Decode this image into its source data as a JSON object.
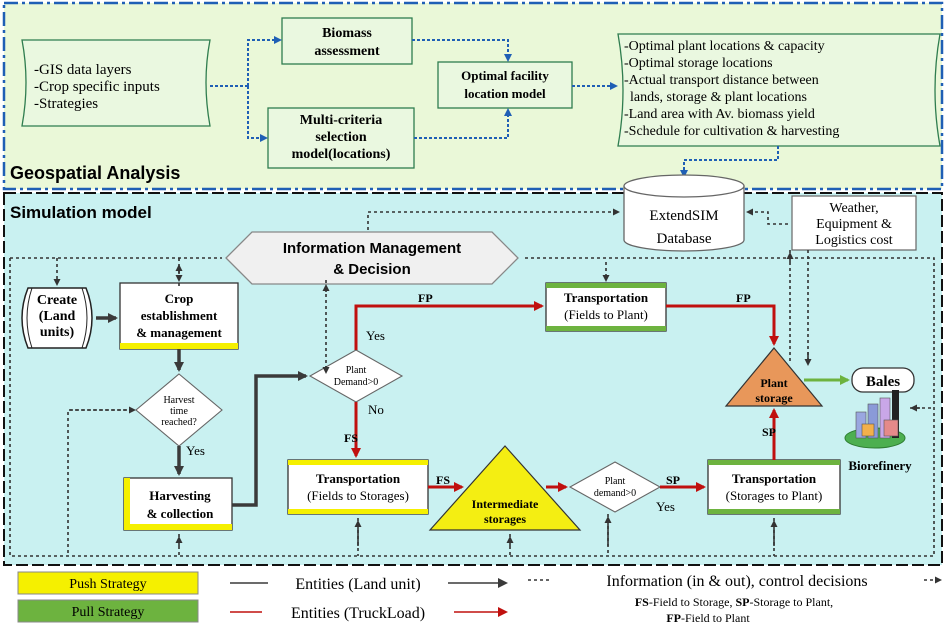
{
  "colors": {
    "geo_bg": "#eaf8d8",
    "sim_bg": "#c9f1f1",
    "box_fill": "#eaf8e0",
    "box_border": "#2f7d4f",
    "blue_dashed": "#1f5fb5",
    "black_flow": "#3a3a3a",
    "red_flow": "#c0100e",
    "push_yellow": "#f5f000",
    "pull_green": "#6db33f",
    "plant_storage": "#e8975a",
    "intermediate": "#f4ee12"
  },
  "geospatial": {
    "inputs": [
      "-GIS data layers",
      "-Crop specific inputs",
      "-Strategies"
    ],
    "biomass": [
      "Biomass",
      "assessment"
    ],
    "mcs": [
      "Multi-criteria",
      "selection",
      "model(locations)"
    ],
    "ofl": [
      "Optimal facility",
      "location model"
    ],
    "outputs": [
      "-Optimal plant locations & capacity",
      "-Optimal storage locations",
      "-Actual transport distance between",
      "lands, storage & plant locations",
      "-Land area with Av. biomass yield",
      "-Schedule for cultivation & harvesting"
    ],
    "label": "Geospatial Analysis"
  },
  "simulation": {
    "label": "Simulation model",
    "database": [
      "ExtendSIM",
      "Database"
    ],
    "weather": [
      "Weather,",
      "Equipment &",
      "Logistics cost"
    ],
    "info_mgmt": [
      "Information Management",
      "& Decision"
    ],
    "create": [
      "Create",
      "(Land",
      "units)"
    ],
    "crop": [
      "Crop",
      "establishment",
      "& management"
    ],
    "harvest_q": [
      "Harvest",
      "time",
      "reached?"
    ],
    "harvest_yes": "Yes",
    "harvesting": [
      "Harvesting",
      "& collection"
    ],
    "plant_demand": [
      "Plant",
      "Demand>0"
    ],
    "pd_yes": "Yes",
    "pd_no": "No",
    "fp1": "FP",
    "fp2": "FP",
    "fs1": "FS",
    "fs2": "FS",
    "sp1": "SP",
    "sp2": "SP",
    "t_fp": [
      "Transportation",
      "(Fields to Plant)"
    ],
    "t_fs": [
      "Transportation",
      "(Fields to Storages)"
    ],
    "t_sp": [
      "Transportation",
      "(Storages to Plant)"
    ],
    "intermediate": [
      "Intermediate",
      "storages"
    ],
    "plant_demand2": [
      "Plant",
      "demand>0"
    ],
    "pd2_yes": "Yes",
    "plant_storage": [
      "Plant",
      "storage"
    ],
    "bales": "Bales",
    "biorefinery": "Biorefinery"
  },
  "legend": {
    "push": "Push Strategy",
    "pull": "Pull Strategy",
    "entities_land": "Entities (Land unit)",
    "entities_truck": "Entities (TruckLoad)",
    "information": "Information (in & out), control decisions",
    "abbr_line1_a": "FS",
    "abbr_line1_b": "-Field to Storage, ",
    "abbr_line1_c": "SP",
    "abbr_line1_d": "-Storage to Plant,",
    "abbr_line2_a": "FP",
    "abbr_line2_b": "-Field to Plant"
  }
}
